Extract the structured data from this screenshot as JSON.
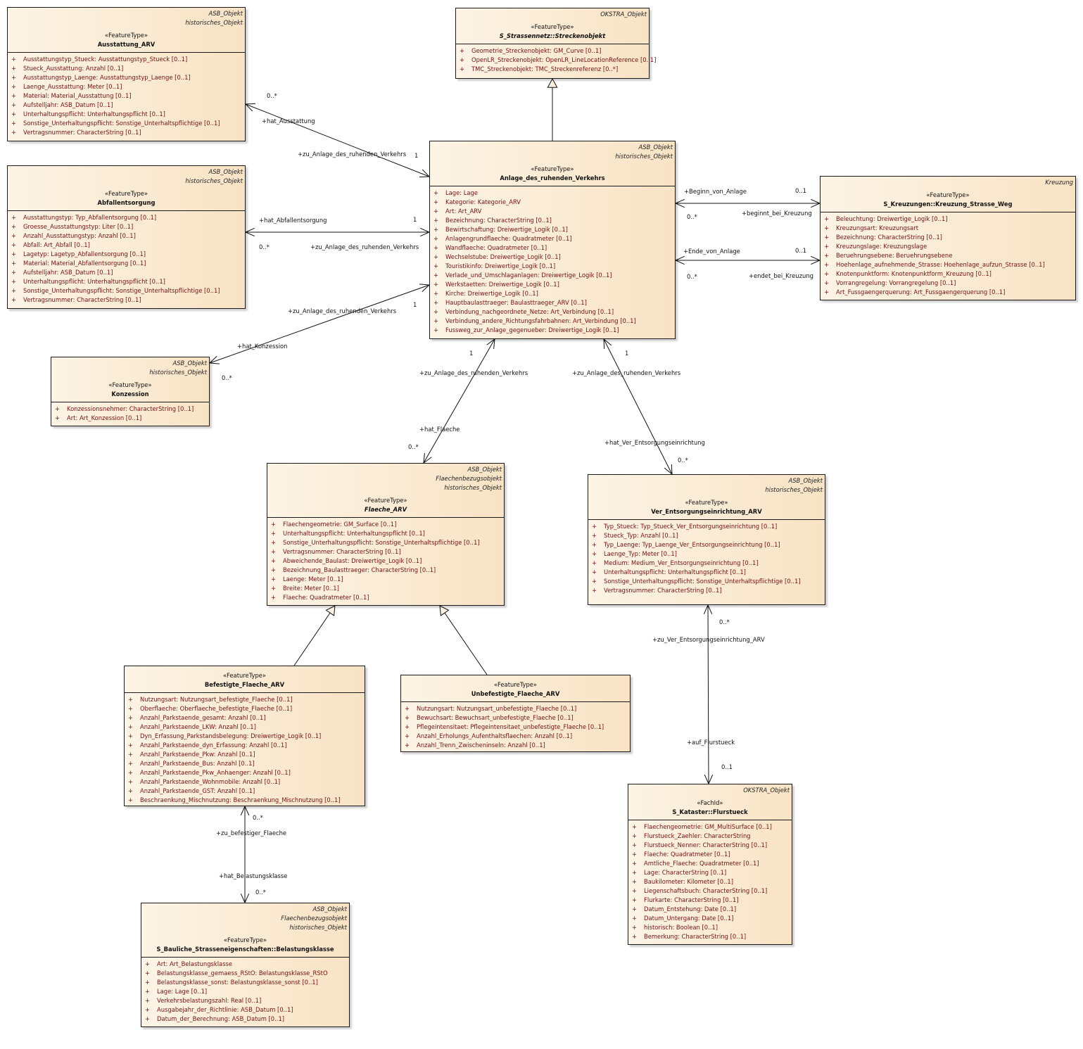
{
  "classes": [
    {
      "id": "ausstattung",
      "tags": [
        "ASB_Objekt",
        "historisches_Objekt"
      ],
      "stereotype": "«FeatureType»",
      "name": "Ausstattung_ARV",
      "abstract": false,
      "attributes": [
        "Ausstattungstyp_Stueck: Ausstattungstyp_Stueck [0..1]",
        "Stueck_Ausstattung: Anzahl [0..1]",
        "Ausstattungstyp_Laenge: Ausstattungstyp_Laenge [0..1]",
        "Laenge_Ausstattung: Meter [0..1]",
        "Material: Material_Ausstattung [0..1]",
        "Aufstelljahr: ASB_Datum [0..1]",
        "Unterhaltungspflicht: Unterhaltungspflicht [0..1]",
        "Sonstige_Unterhaltungspflicht: Sonstige_Unterhaltspflichtige [0..1]",
        "Vertragsnummer: CharacterString [0..1]"
      ]
    },
    {
      "id": "abfall",
      "tags": [
        "ASB_Objekt",
        "historisches_Objekt"
      ],
      "stereotype": "«FeatureType»",
      "name": "Abfallentsorgung",
      "abstract": false,
      "attributes": [
        "Ausstattungstyp: Typ_Abfallentsorgung [0..1]",
        "Groesse_Ausstattungstyp: Liter [0..1]",
        "Anzahl_Ausstattungstyp: Anzahl [0..1]",
        "Abfall: Art_Abfall [0..1]",
        "Lagetyp: Lagetyp_Abfallentsorgung [0..1]",
        "Material: Material_Abfallentsorgung [0..1]",
        "Aufstelljahr: ASB_Datum [0..1]",
        "Unterhaltungspflicht: Unterhaltungspflicht [0..1]",
        "Sonstige_Unterhaltungspflicht: Sonstige_Unterhaltspflichtige [0..1]",
        "Vertragsnummer: CharacterString [0..1]"
      ]
    },
    {
      "id": "konzession",
      "tags": [
        "ASB_Objekt",
        "historisches_Objekt"
      ],
      "stereotype": "«FeatureType»",
      "name": "Konzession",
      "abstract": false,
      "attributes": [
        "Konzessionsnehmer: CharacterString [0..1]",
        "Art: Art_Konzession [0..1]"
      ]
    },
    {
      "id": "strecke",
      "tags": [
        "OKSTRA_Objekt"
      ],
      "stereotype": "«FeatureType»",
      "name": "S_Strassennetz::Streckenobjekt",
      "abstract": true,
      "attributes": [
        "Geometrie_Streckenobjekt: GM_Curve [0..1]",
        "OpenLR_Streckenobjekt: OpenLR_LineLocationReference [0..1]",
        "TMC_Streckenobjekt: TMC_Streckenreferenz [0..*]"
      ]
    },
    {
      "id": "anlage",
      "tags": [
        "ASB_Objekt",
        "historisches_Objekt"
      ],
      "stereotype": "«FeatureType»",
      "name": "Anlage_des_ruhenden_Verkehrs",
      "abstract": false,
      "attributes": [
        "Lage: Lage",
        "Kategorie: Kategorie_ARV",
        "Art: Art_ARV",
        "Bezeichnung: CharacterString [0..1]",
        "Bewirtschaftung: Dreiwertige_Logik [0..1]",
        "Anlagengrundflaeche: Quadratmeter [0..1]",
        "Wandflaeche: Quadratmeter [0..1]",
        "Wechselstube: Dreiwertige_Logik [0..1]",
        "Touristikinfo: Dreiwertige_Logik [0..1]",
        "Verlade_und_Umschlaganlagen: Dreiwertige_Logik [0..1]",
        "Werkstaetten: Dreiwertige_Logik [0..1]",
        "Kirche: Dreiwertige_Logik [0..1]",
        "Hauptbaulasttraeger: Baulasttraeger_ARV [0..1]",
        "Verbindung_nachgeordnete_Netze: Art_Verbindung [0..1]",
        "Verbindung_andere_Richtungsfahrbahnen: Art_Verbindung [0..1]",
        "Fussweg_zur_Anlage_gegenueber: Dreiwertige_Logik [0..1]"
      ]
    },
    {
      "id": "kreuzung",
      "tags": [
        "Kreuzung"
      ],
      "stereotype": "«FeatureType»",
      "name": "S_Kreuzungen::Kreuzung_Strasse_Weg",
      "abstract": false,
      "attributes": [
        "Beleuchtung: Dreiwertige_Logik [0..1]",
        "Kreuzungsart: Kreuzungsart",
        "Bezeichnung: CharacterString [0..1]",
        "Kreuzungslage: Kreuzungslage",
        "Beruehrungsebene: Beruehrungsebene",
        "Hoehenlage_aufnehmende_Strasse: Hoehenlage_aufzun_Strasse [0..1]",
        "Knotenpunktform: Knotenpunktform_Kreuzung [0..1]",
        "Vorrangregelung: Vorrangregelung [0..1]",
        "Art_Fussgaengerquerung: Art_Fussgaengerquerung [0..1]"
      ]
    },
    {
      "id": "flaeche",
      "tags": [
        "ASB_Objekt",
        "Flaechenbezugsobjekt",
        "historisches_Objekt"
      ],
      "stereotype": "«FeatureType»",
      "name": "Flaeche_ARV",
      "abstract": true,
      "attributes": [
        "Flaechengeometrie: GM_Surface [0..1]",
        "Unterhaltungspflicht: Unterhaltungspflicht [0..1]",
        "Sonstige_Unterhaltungspflicht: Sonstige_Unterhaltspflichtige [0..1]",
        "Vertragsnummer: CharacterString [0..1]",
        "Abweichende_Baulast: Dreiwertige_Logik [0..1]",
        "Bezeichnung_Baulasttraeger: CharacterString [0..1]",
        "Laenge: Meter [0..1]",
        "Breite: Meter [0..1]",
        "Flaeche: Quadratmeter [0..1]"
      ]
    },
    {
      "id": "verent",
      "tags": [
        "ASB_Objekt",
        "historisches_Objekt"
      ],
      "stereotype": "«FeatureType»",
      "name": "Ver_Entsorgungseinrichtung_ARV",
      "abstract": false,
      "attributes": [
        "Typ_Stueck: Typ_Stueck_Ver_Entsorgungseinrichtung [0..1]",
        "Stueck_Typ: Anzahl [0..1]",
        "Typ_Laenge: Typ_Laenge_Ver_Entsorgungseinrichtung [0..1]",
        "Laenge_Typ: Meter [0..1]",
        "Medium: Medium_Ver_Entsorgungseinrichtung [0..1]",
        "Unterhaltungspflicht: Unterhaltungspflicht [0..1]",
        "Sonstige_Unterhaltungspflicht: Sonstige_Unterhaltspflichtige [0..1]",
        "Vertragsnummer: CharacterString [0..1]"
      ]
    },
    {
      "id": "befestigt",
      "tags": [],
      "stereotype": "«FeatureType»",
      "name": "Befestigte_Flaeche_ARV",
      "abstract": false,
      "attributes": [
        "Nutzungsart: Nutzungsart_befestigte_Flaeche [0..1]",
        "Oberflaeche: Oberflaeche_befestigte_Flaeche [0..1]",
        "Anzahl_Parkstaende_gesamt: Anzahl [0..1]",
        "Anzahl_Parkstaende_LKW: Anzahl [0..1]",
        "Dyn_Erfassung_Parkstandsbelegung: Dreiwertige_Logik [0..1]",
        "Anzahl_Parkstaende_dyn_Erfassung: Anzahl [0..1]",
        "Anzahl_Parkstaende_Pkw: Anzahl [0..1]",
        "Anzahl_Parkstaende_Bus: Anzahl [0..1]",
        "Anzahl_Parkstaende_Pkw_Anhaenger: Anzahl [0..1]",
        "Anzahl_Parkstaende_Wohnmobile: Anzahl [0..1]",
        "Anzahl_Parkstaende_GST: Anzahl [0..1]",
        "Beschraenkung_Mischnutzung: Beschraenkung_Mischnutzung [0..1]"
      ]
    },
    {
      "id": "unbefestigt",
      "tags": [],
      "stereotype": "«FeatureType»",
      "name": "Unbefestigte_Flaeche_ARV",
      "abstract": false,
      "attributes": [
        "Nutzungsart: Nutzungsart_unbefestigte_Flaeche [0..1]",
        "Bewuchsart: Bewuchsart_unbefestigte_Flaeche [0..1]",
        "Pflegeintensitaet: Pflegeintensitaet_unbefestigte_Flaeche [0..1]",
        "Anzahl_Erholungs_Aufenthaltsflaechen: Anzahl [0..1]",
        "Anzahl_Trenn_Zwischeninseln: Anzahl [0..1]"
      ]
    },
    {
      "id": "flurstueck",
      "tags": [
        "OKSTRA_Objekt"
      ],
      "stereotype": "«FachId»",
      "name": "S_Kataster::Flurstueck",
      "abstract": false,
      "attributes": [
        "Flaechengeometrie: GM_MultiSurface [0..1]",
        "Flurstueck_Zaehler: CharacterString",
        "Flurstueck_Nenner: CharacterString [0..1]",
        "Flaeche: Quadratmeter [0..1]",
        "Amtliche_Flaeche: Quadratmeter [0..1]",
        "Lage: CharacterString [0..1]",
        "Baukilometer: Kilometer [0..1]",
        "Liegenschaftsbuch: CharacterString [0..1]",
        "Flurkarte: CharacterString [0..1]",
        "Datum_Entstehung: Date [0..1]",
        "Datum_Untergang: Date [0..1]",
        "historisch: Boolean [0..1]",
        "Bemerkung: CharacterString [0..1]"
      ]
    },
    {
      "id": "belastung",
      "tags": [
        "ASB_Objekt",
        "Flaechenbezugsobjekt",
        "historisches_Objekt"
      ],
      "stereotype": "«FeatureType»",
      "name": "S_Bauliche_Strasseneigenschaften::Belastungsklasse",
      "abstract": false,
      "attributes": [
        "Art: Art_Belastungsklasse",
        "Belastungsklasse_gemaess_RStO: Belastungsklasse_RStO",
        "Belastungsklasse_sonst: Belastungsklasse_sonst [0..1]",
        "Lage: Lage [0..1]",
        "Verkehrsbelastungszahl: Real [0..1]",
        "Ausgabejahr_der_Richtlinie: ASB_Datum [0..1]",
        "Datum_der_Berechnung: ASB_Datum [0..1]"
      ]
    }
  ],
  "attribute_marker": "+",
  "associations": [
    {
      "from": "anlage",
      "to": "ausstattung",
      "type": "association",
      "labels": [
        "0..*",
        "+hat_Ausstattung",
        "+zu_Anlage_des_ruhenden_Verkehrs",
        "1"
      ]
    },
    {
      "from": "anlage",
      "to": "abfall",
      "type": "association",
      "labels": [
        "+hat_Abfallentsorgung",
        "1",
        "0..*",
        "+zu_Anlage_des_ruhenden_Verkehrs"
      ]
    },
    {
      "from": "anlage",
      "to": "konzession",
      "type": "association",
      "labels": [
        "1",
        "+zu_Anlage_des_ruhenden_Verkehrs",
        "+hat_Konzession",
        "0..*"
      ]
    },
    {
      "from": "anlage",
      "to": "strecke",
      "type": "generalization",
      "labels": []
    },
    {
      "from": "anlage",
      "to": "kreuzung",
      "type": "association",
      "labels": [
        "+Beginn_von_Anlage",
        "0..1",
        "0..*",
        "+beginnt_bei_Kreuzung"
      ]
    },
    {
      "from": "anlage",
      "to": "kreuzung",
      "type": "association",
      "labels": [
        "+Ende_von_Anlage",
        "0..1",
        "0..*",
        "+endet_bei_Kreuzung"
      ]
    },
    {
      "from": "anlage",
      "to": "flaeche",
      "type": "association",
      "labels": [
        "1",
        "+zu_Anlage_des_ruhenden_Verkehrs",
        "+hat_Flaeche",
        "0..*"
      ]
    },
    {
      "from": "anlage",
      "to": "verent",
      "type": "association",
      "labels": [
        "1",
        "+zu_Anlage_des_ruhenden_Verkehrs",
        "+hat_Ver_Entsorgungseinrichtung",
        "0..*"
      ]
    },
    {
      "from": "befestigt",
      "to": "flaeche",
      "type": "generalization",
      "labels": []
    },
    {
      "from": "unbefestigt",
      "to": "flaeche",
      "type": "generalization",
      "labels": []
    },
    {
      "from": "verent",
      "to": "flurstueck",
      "type": "association",
      "labels": [
        "0..*",
        "+zu_Ver_Entsorgungseinrichtung_ARV",
        "+auf_Flurstueck",
        "0..1"
      ]
    },
    {
      "from": "befestigt",
      "to": "belastung",
      "type": "association",
      "labels": [
        "0..*",
        "+zu_befestiger_Flaeche",
        "+hat_Belastungsklasse",
        "0..*"
      ]
    }
  ]
}
